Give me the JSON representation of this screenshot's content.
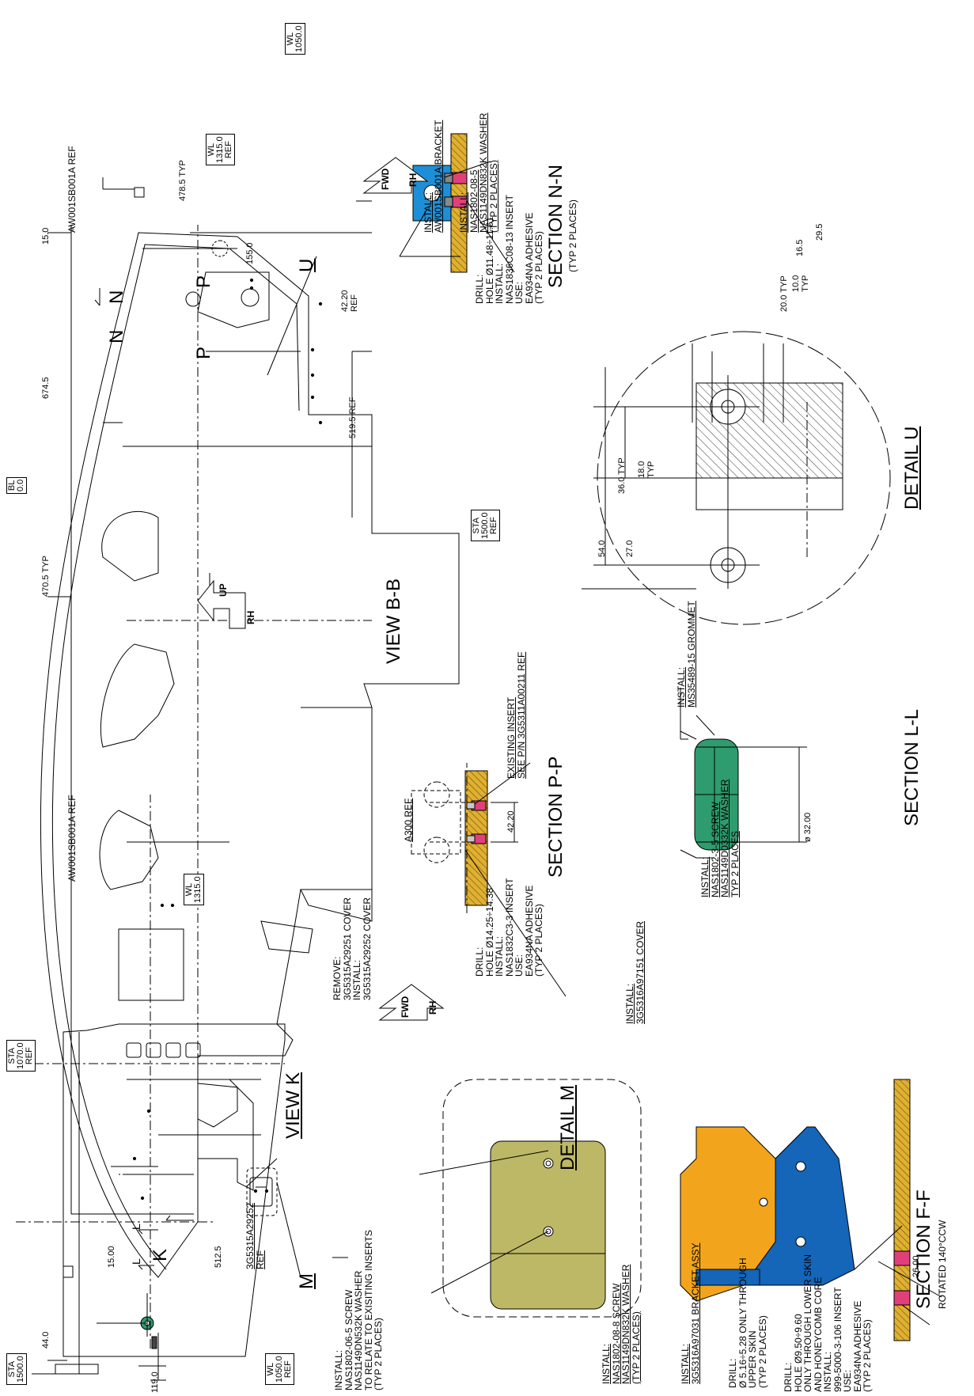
{
  "view_k": {
    "title": "VIEW K",
    "sta_1500": "STA\n1500.0",
    "sta_1070": "STA\n1070.0\nREF",
    "wl_1315": "WL\n1315.0",
    "wl_1050": "WL\n1050.0\nREF",
    "dim_44": "44.0",
    "dim_119": "119.0",
    "cut_l": "L"
  },
  "view_bb": {
    "title": "VIEW B-B",
    "bl": "BL\n0.0",
    "wl_1315": "WL\n1315.0\nREF",
    "wl_1050": "WL\n1050.0",
    "dim_470": "470.5 TYP",
    "dim_674": "674.5",
    "dim_15_top": "15.0",
    "dim_15_left": "15.00",
    "dim_512": "512.5",
    "dim_519": "519.5 REF",
    "dim_42": "42.20\nREF",
    "dim_155": "155.0",
    "dim_478": "478.5  TYP",
    "ref_left": "AW001SB001A REF",
    "ref_right": "AW001SB001A REF",
    "ref_bottom": "3G5315A29252\nREF",
    "cut_k": "K",
    "cut_n": "N",
    "cut_p": "P",
    "detail_m": "M",
    "detail_u": "U",
    "up": "UP",
    "rh": "RH"
  },
  "section_pp": {
    "title": "SECTION P-P",
    "fwd": "FWD",
    "rh": "RH",
    "a300": "A300 REF",
    "sta": "STA\n1500.0\nREF",
    "existing": "EXISTING INSERT\nSEE P/N 3G5311A00211 REF",
    "dim": "42.20",
    "note": "DRILL:\nHOLE Ø14.25÷14.38\nINSTALL:\nNAS1832C3-3 INSERT\nUSE:\nEA934NA ADHESIVE\n(TYP 2 PLACES)"
  },
  "section_nn": {
    "title": "SECTION N-N",
    "sub": "(TYP 2 PLACES)",
    "fwd": "FWD",
    "rh": "RH",
    "install_bracket": "INSTALL:\nAW001SB001A BRACKET",
    "install_screw": "INSTALL:\nNAS1802-08-5\nNAS1149DN832K WASHER\n(TYP 2 PLACES)",
    "note": "DRILL:\nHOLE Ø11.48÷11.61\nINSTALL:\nNAS1836C08-13 INSERT\nUSE:\nEA934NA ADHESIVE\n(TYP 2 PLACES)"
  },
  "detail_u": {
    "title": "DETAIL U",
    "dims": [
      "54.0",
      "36.0 TYP",
      "27.0",
      "18.0\nTYP",
      "29.5",
      "16.5",
      "20.0 TYP",
      "10.0\nTYP"
    ]
  },
  "section_ll": {
    "title": "SECTION L-L",
    "install": "INSTALL:\nMS35489-15 GROMMET",
    "dim": "ø 32.00"
  },
  "detail_m": {
    "title": "DETAIL M",
    "remove": "REMOVE:\n3G5315A29251 COVER\nINSTALL:\n3G5315A29252 COVER",
    "install": "INSTALL:\nNAS1802-06-5 SCREW\nNAS1149DN532K WASHER\nTO RELATE TO EXISITING INSERTS\n(TYP 2 PLACES)"
  },
  "section_ff": {
    "title": "SECTION F-F",
    "sub": "ROTATED 140°CCW",
    "install_cover": "INSTALL:\n3G5316A97151 COVER",
    "install_screw3": "INSTALL:\nNAS1802-3-5 SCREW\nNAS1149D0332K WASHER\nTYP 2 PLACES",
    "install_screw8": "INSTALL:\nNAS1802-08-8 SCREW\nNAS1149DN832K WASHER\n(TYP 2 PLACES)",
    "install_bracket": "INSTALL:\n3G5316A97031 BRACKET ASSY",
    "drill1": "DRILL:\nØ 5.16÷5.28 ONLY THROUGH\nUPPER SKIN\n(TYP 2 PLACES)",
    "drill2": "DRILL:\nHOLE Ø9.50÷9.60\nONLY THROUGH LOWER SKIN\nAND HONEYCOMB CORE\nINSTALL:\n999-5000-3-106 INSERT\nUSE:\nEA934NA ADHESIVE\n(TYP 2 PLACES)",
    "dim": "26.00"
  },
  "colors": {
    "bracket_blue": "#1e8fd6",
    "cover_olive": "#bdb866",
    "grommet_green": "#2e9c6e",
    "honeycomb": "#e0b030",
    "insert_pink": "#e0407a",
    "cover_orange": "#f2a51c",
    "bracket_dark_blue": "#1565b8"
  }
}
